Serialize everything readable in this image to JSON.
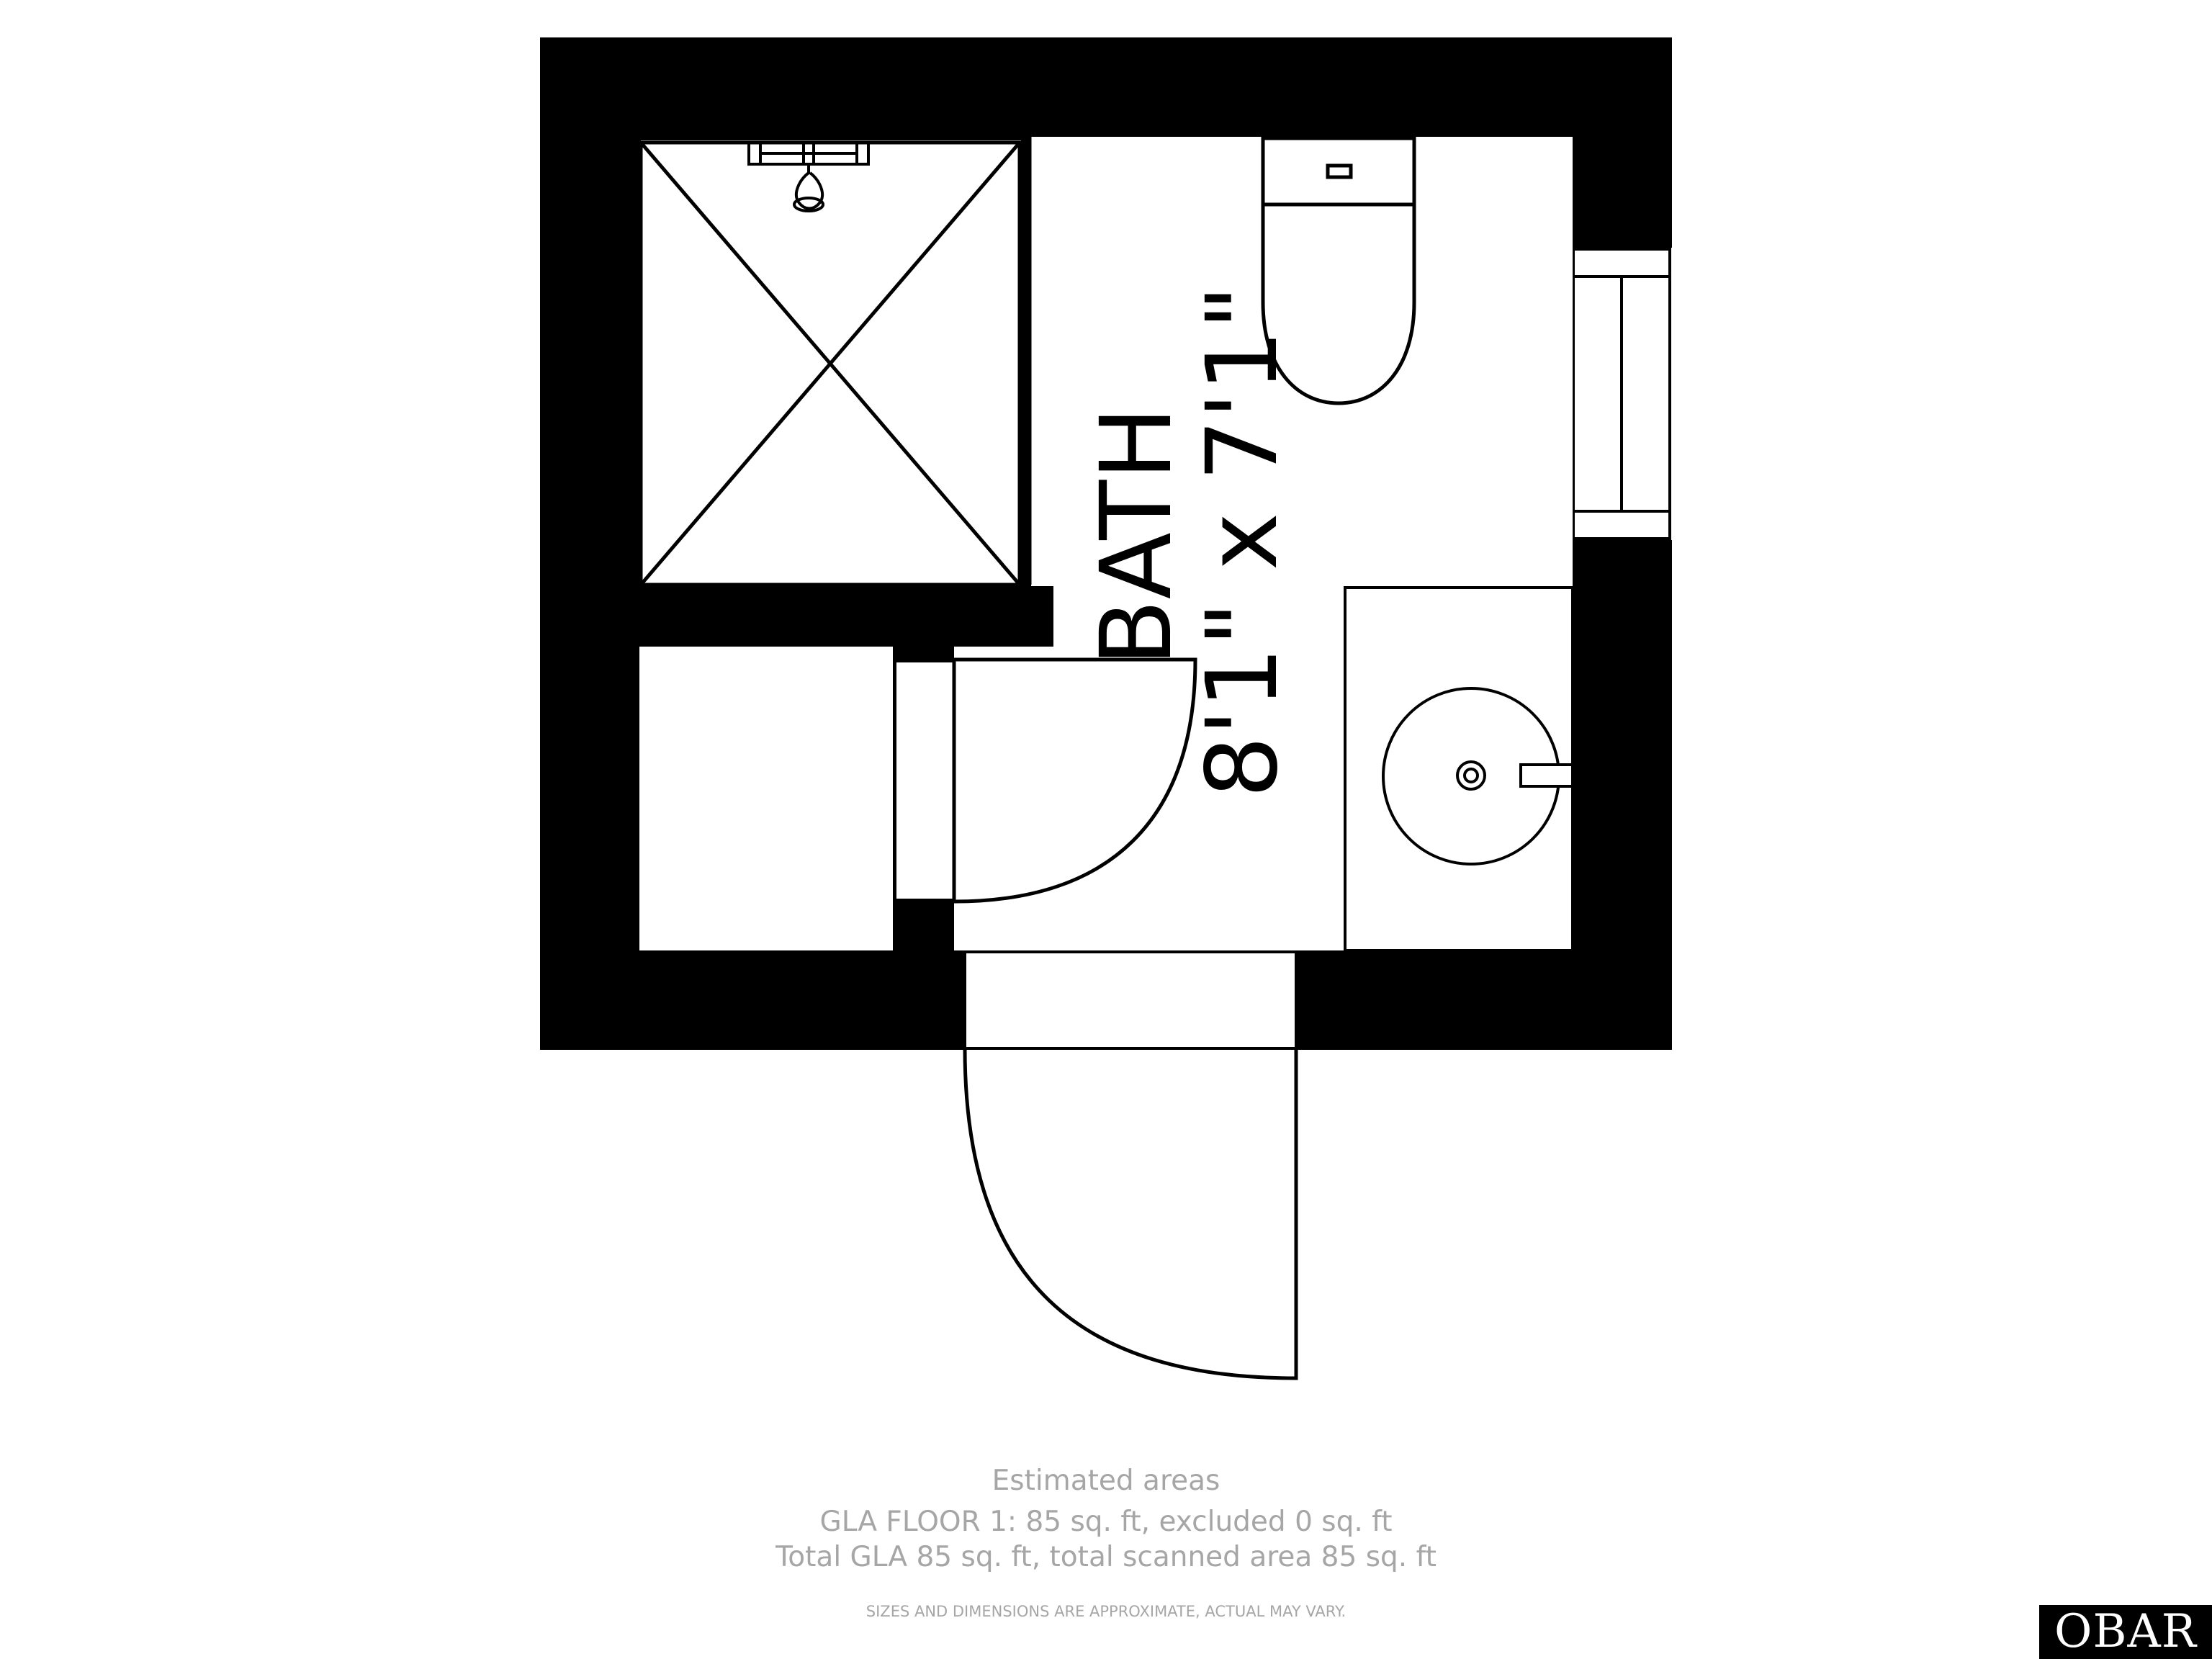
{
  "room": {
    "name": "BATH",
    "dimensions": "8'1\" x 7'1\""
  },
  "footer": {
    "title": "Estimated areas",
    "floor_line": "GLA FLOOR 1: 85 sq. ft, excluded 0 sq. ft",
    "total_line": "Total GLA 85 sq. ft, total scanned area 85 sq. ft",
    "disclaimer": "SIZES AND DIMENSIONS ARE APPROXIMATE, ACTUAL MAY VARY."
  },
  "logo": {
    "text": "OBAR"
  },
  "colors": {
    "wall": "#000000",
    "footer_text": "#a6a6a6",
    "background": "#ffffff"
  }
}
